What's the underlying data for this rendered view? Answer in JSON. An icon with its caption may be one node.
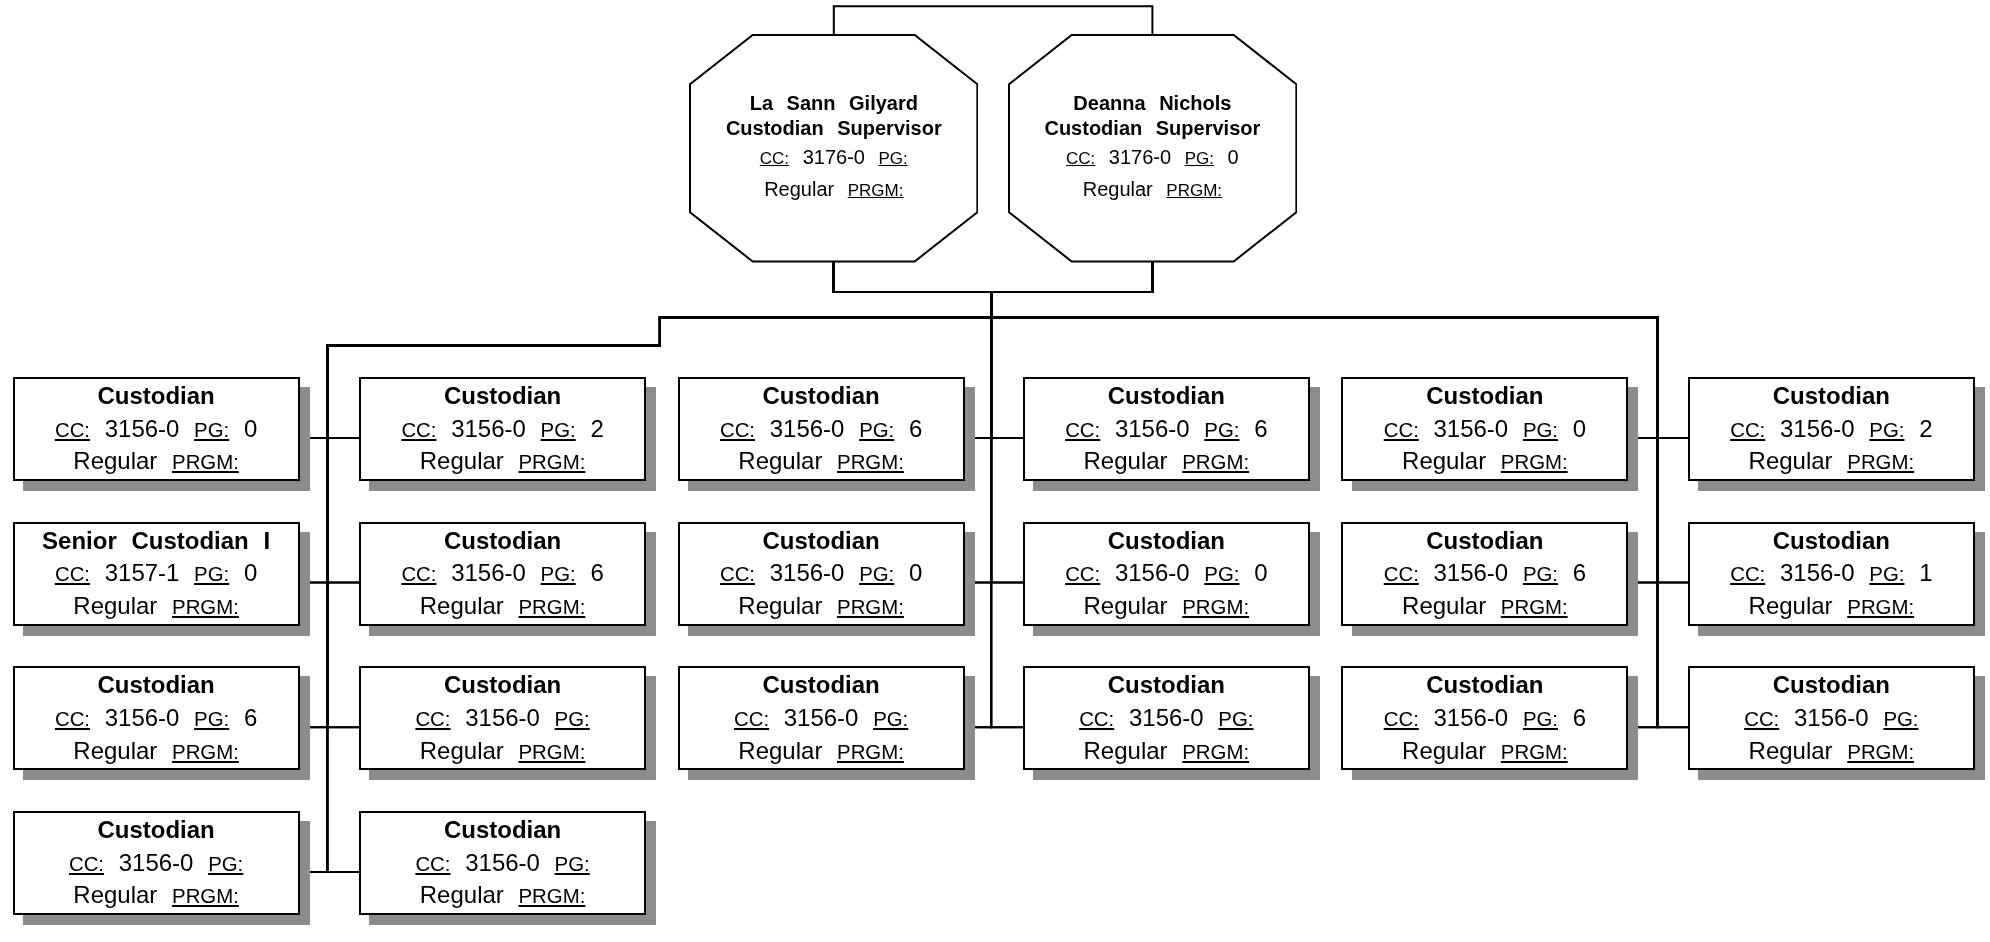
{
  "diagram": {
    "nodes": [
      {
        "text": [
          "La Sann Gilyard",
          "Custodian Supervisor",
          "CC: 3176-0 PG:",
          "Regular PRGM:"
        ]
      },
      {
        "text": [
          "Deanna Nichols",
          "Custodian Supervisor",
          "CC: 3176-0 PG: 0",
          "Regular PRGM:"
        ]
      },
      {
        "text": [
          "Custodian",
          "CC: 3156-0 PG: 0",
          "Regular PRGM:"
        ]
      },
      {
        "text": [
          "Custodian",
          "CC: 3156-0 PG: 2",
          "Regular PRGM:"
        ]
      },
      {
        "text": [
          "Custodian",
          "CC: 3156-0 PG: 6",
          "Regular PRGM:"
        ]
      },
      {
        "text": [
          "Custodian",
          "CC: 3156-0 PG: 6",
          "Regular PRGM:"
        ]
      },
      {
        "text": [
          "Custodian",
          "CC: 3156-0 PG: 0",
          "Regular PRGM:"
        ]
      },
      {
        "text": [
          "Custodian",
          "CC: 3156-0 PG: 2",
          "Regular PRGM:"
        ]
      },
      {
        "text": [
          "Senior Custodian I",
          "CC: 3157-1 PG: 0",
          "Regular PRGM:"
        ]
      },
      {
        "text": [
          "Custodian",
          "CC: 3156-0 PG: 6",
          "Regular PRGM:"
        ]
      },
      {
        "text": [
          "Custodian",
          "CC: 3156-0 PG: 0",
          "Regular PRGM:"
        ]
      },
      {
        "text": [
          "Custodian",
          "CC: 3156-0 PG: 0",
          "Regular PRGM:"
        ]
      },
      {
        "text": [
          "Custodian",
          "CC: 3156-0 PG: 6",
          "Regular PRGM:"
        ]
      },
      {
        "text": [
          "Custodian",
          "CC: 3156-0 PG: 1",
          "Regular PRGM:"
        ]
      },
      {
        "text": [
          "Custodian",
          "CC: 3156-0 PG: 6",
          "Regular PRGM:"
        ]
      },
      {
        "text": [
          "Custodian",
          "CC: 3156-0 PG:",
          "Regular PRGM:"
        ]
      },
      {
        "text": [
          "Custodian",
          "CC: 3156-0 PG:",
          "Regular PRGM:"
        ]
      },
      {
        "text": [
          "Custodian",
          "CC: 3156-0 PG:",
          "Regular PRGM:"
        ]
      },
      {
        "text": [
          "Custodian",
          "CC: 3156-0 PG: 6",
          "Regular PRGM:"
        ]
      },
      {
        "text": [
          "Custodian",
          "CC: 3156-0 PG:",
          "Regular PRGM:"
        ]
      },
      {
        "text": [
          "Custodian",
          "CC: 3156-0 PG:",
          "Regular PRGM:"
        ]
      },
      {
        "text": [
          "Custodian",
          "CC: 3156-0 PG:",
          "Regular PRGM:"
        ]
      }
    ],
    "edges": [
      {
        "from": 0,
        "to": 1,
        "arrow": "none"
      },
      {
        "from": 0,
        "to": 2,
        "arrow": "none"
      },
      {
        "from": 1,
        "to": 2,
        "arrow": "none"
      },
      {
        "from": 0,
        "to": 3,
        "arrow": "none"
      },
      {
        "from": 1,
        "to": 3,
        "arrow": "none"
      },
      {
        "from": 0,
        "to": 4,
        "arrow": "none"
      },
      {
        "from": 1,
        "to": 4,
        "arrow": "none"
      },
      {
        "from": 0,
        "to": 5,
        "arrow": "none"
      },
      {
        "from": 1,
        "to": 5,
        "arrow": "none"
      },
      {
        "from": 0,
        "to": 6,
        "arrow": "none"
      },
      {
        "from": 1,
        "to": 6,
        "arrow": "none"
      },
      {
        "from": 0,
        "to": 7,
        "arrow": "none"
      },
      {
        "from": 1,
        "to": 7,
        "arrow": "none"
      },
      {
        "from": 0,
        "to": 8,
        "arrow": "none"
      },
      {
        "from": 1,
        "to": 8,
        "arrow": "none"
      },
      {
        "from": 0,
        "to": 9,
        "arrow": "none"
      },
      {
        "from": 1,
        "to": 9,
        "arrow": "none"
      },
      {
        "from": 0,
        "to": 10,
        "arrow": "none"
      },
      {
        "from": 1,
        "to": 10,
        "arrow": "none"
      },
      {
        "from": 0,
        "to": 11,
        "arrow": "none"
      },
      {
        "from": 1,
        "to": 11,
        "arrow": "none"
      },
      {
        "from": 0,
        "to": 12,
        "arrow": "none"
      },
      {
        "from": 1,
        "to": 12,
        "arrow": "none"
      },
      {
        "from": 0,
        "to": 13,
        "arrow": "none"
      },
      {
        "from": 1,
        "to": 13,
        "arrow": "none"
      },
      {
        "from": 0,
        "to": 14,
        "arrow": "none"
      },
      {
        "from": 1,
        "to": 14,
        "arrow": "none"
      },
      {
        "from": 0,
        "to": 15,
        "arrow": "none"
      },
      {
        "from": 1,
        "to": 15,
        "arrow": "none"
      },
      {
        "from": 0,
        "to": 16,
        "arrow": "none"
      },
      {
        "from": 1,
        "to": 16,
        "arrow": "none"
      },
      {
        "from": 0,
        "to": 17,
        "arrow": "none"
      },
      {
        "from": 1,
        "to": 17,
        "arrow": "none"
      },
      {
        "from": 0,
        "to": 18,
        "arrow": "none"
      },
      {
        "from": 1,
        "to": 18,
        "arrow": "none"
      },
      {
        "from": 0,
        "to": 19,
        "arrow": "none"
      },
      {
        "from": 1,
        "to": 19,
        "arrow": "none"
      },
      {
        "from": 0,
        "to": 20,
        "arrow": "none"
      },
      {
        "from": 1,
        "to": 20,
        "arrow": "none"
      },
      {
        "from": 0,
        "to": 21,
        "arrow": "none"
      },
      {
        "from": 1,
        "to": 21,
        "arrow": "none"
      }
    ]
  }
}
